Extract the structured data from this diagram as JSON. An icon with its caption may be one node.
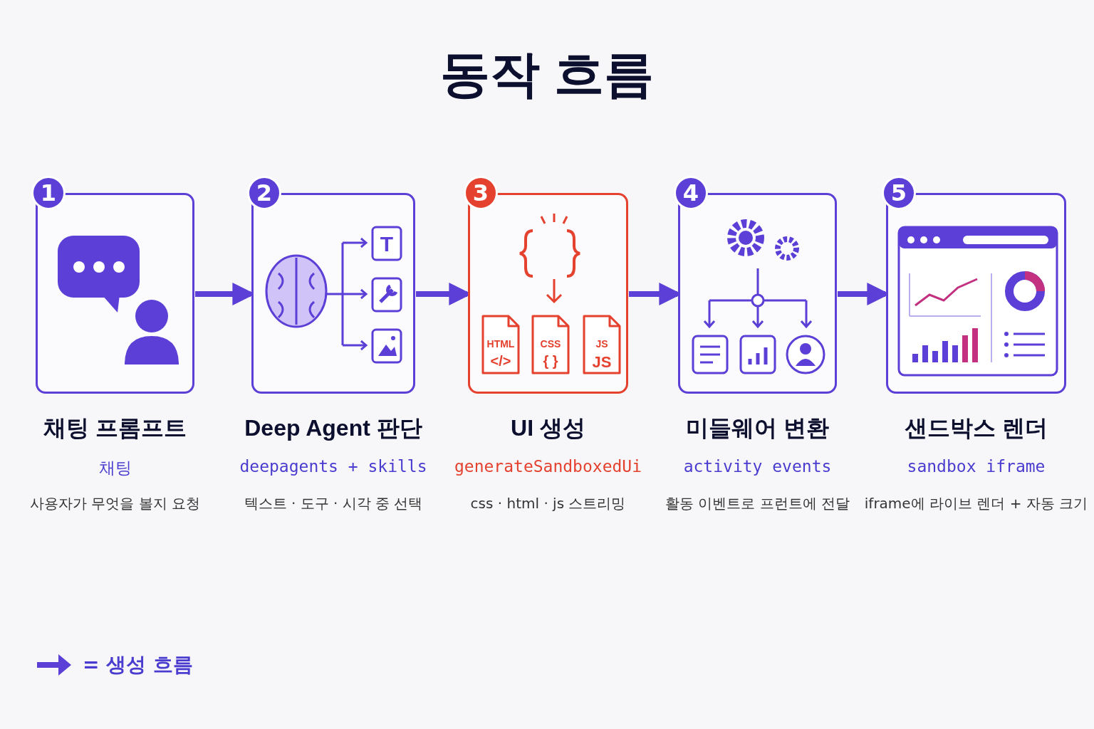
{
  "diagram": {
    "title": "동작 흐름",
    "nodes": [
      {
        "text": [
          "1",
          "채팅 프롬프트",
          "채팅",
          "사용자가 무엇을 볼지 요청"
        ]
      },
      {
        "text": [
          "2",
          "Deep Agent 판단",
          "deepagents + skills",
          "텍스트 · 도구 · 시각 중 선택"
        ]
      },
      {
        "text": [
          "3",
          "UI 생성",
          "generateSandboxedUi",
          "css · html · js 스트리밍"
        ]
      },
      {
        "text": [
          "4",
          "미들웨어 변환",
          "activity events",
          "활동 이벤트로 프런트에 전달"
        ]
      },
      {
        "text": [
          "5",
          "샌드박스 렌더",
          "sandbox iframe",
          "iframe에 라이브 렌더 + 자동 크기"
        ]
      }
    ],
    "edges": [
      {
        "from": 0,
        "to": 1,
        "arrow": "to"
      },
      {
        "from": 1,
        "to": 2,
        "arrow": "to"
      },
      {
        "from": 2,
        "to": 3,
        "arrow": "to"
      },
      {
        "from": 3,
        "to": 4,
        "arrow": "to"
      }
    ],
    "labels": [
      "T",
      "HTML",
      "</>",
      "CSS",
      "{ }",
      "JS",
      "JS"
    ],
    "legend": [
      {
        "text": "= 생성 흐름"
      }
    ]
  }
}
